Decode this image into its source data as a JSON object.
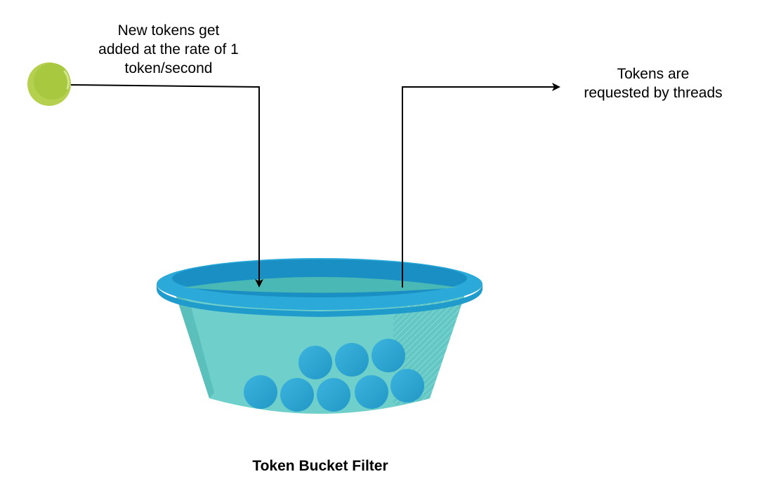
{
  "diagram": {
    "incoming_label_lines": [
      "New tokens get",
      "added at the rate of 1",
      "token/second"
    ],
    "outgoing_label_lines": [
      "Tokens are",
      "requested by threads"
    ],
    "caption": "Token Bucket Filter",
    "token_count_in_bucket": 8
  },
  "colors": {
    "new_token": "#b4d04e",
    "bucket_rim": "#2ba9d8",
    "bucket_body": "#6ecfcb",
    "bucket_inner": "#1a8fc3",
    "bucket_water": "#4ab9b5",
    "token": "#2ea7d3",
    "arrow": "#000000"
  },
  "icons": {
    "new_token": "green-token-circle-icon",
    "bucket": "bucket-icon",
    "token": "blue-token-circle-icon"
  }
}
